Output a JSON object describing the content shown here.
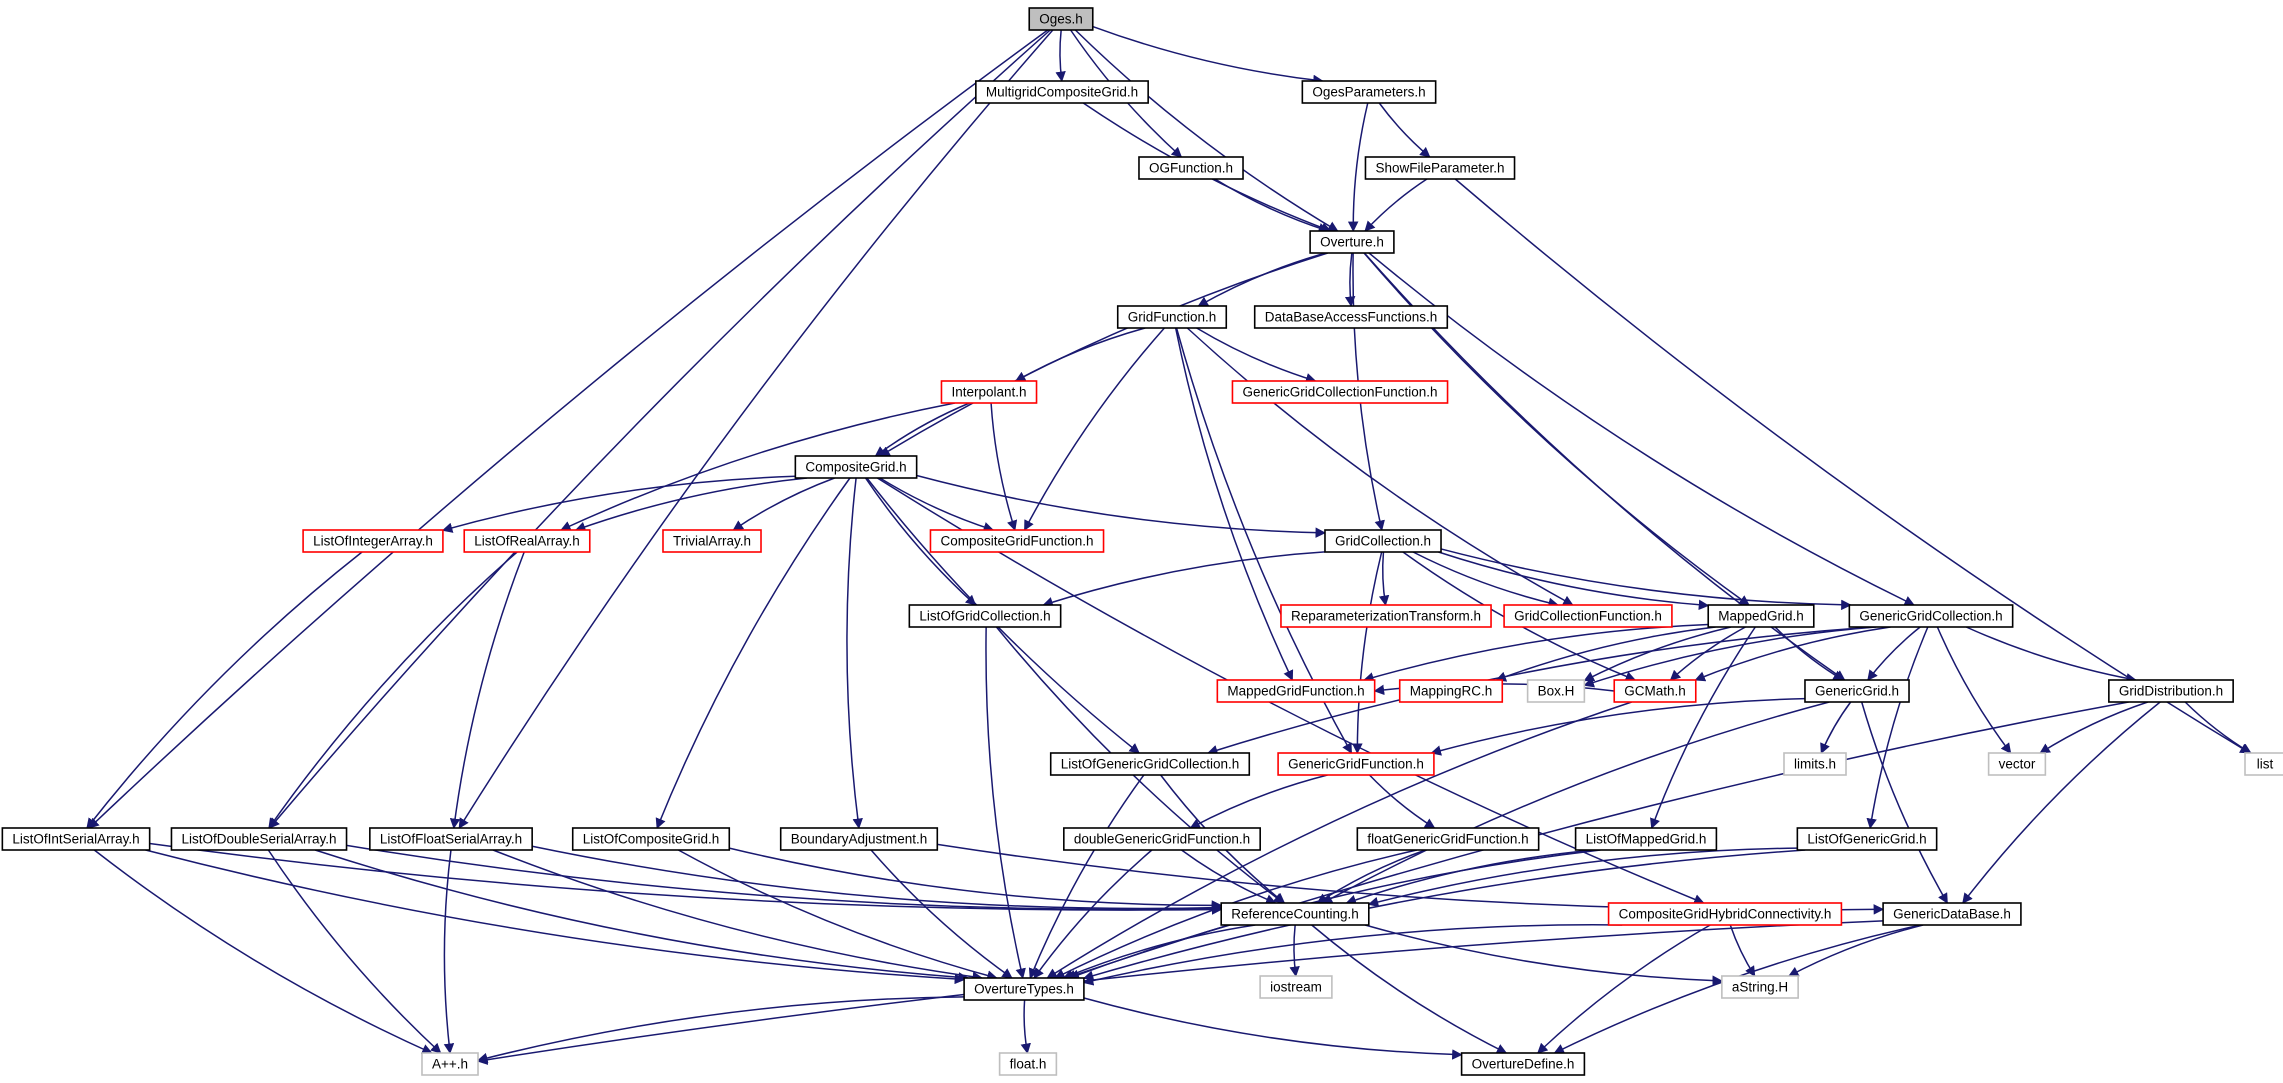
{
  "styles": {
    "edge_color": "#191970",
    "normal_border": "#000000",
    "truncated_border": "#ff0000",
    "external_border": "#bfbfbf",
    "root_fill": "#bfbfbf",
    "default_fill": "#ffffff"
  },
  "nodes": [
    {
      "id": "oges",
      "label": "Oges.h",
      "kind": "root"
    },
    {
      "id": "mgcg",
      "label": "MultigridCompositeGrid.h",
      "kind": "normal"
    },
    {
      "id": "ogesparams",
      "label": "OgesParameters.h",
      "kind": "normal"
    },
    {
      "id": "ogfunction",
      "label": "OGFunction.h",
      "kind": "normal"
    },
    {
      "id": "showfile",
      "label": "ShowFileParameter.h",
      "kind": "normal"
    },
    {
      "id": "overture",
      "label": "Overture.h",
      "kind": "normal"
    },
    {
      "id": "gridfunction",
      "label": "GridFunction.h",
      "kind": "normal"
    },
    {
      "id": "dbaccess",
      "label": "DataBaseAccessFunctions.h",
      "kind": "normal"
    },
    {
      "id": "interpolant",
      "label": "Interpolant.h",
      "kind": "truncated"
    },
    {
      "id": "ggcfunction",
      "label": "GenericGridCollectionFunction.h",
      "kind": "truncated"
    },
    {
      "id": "compositegrid",
      "label": "CompositeGrid.h",
      "kind": "normal"
    },
    {
      "id": "listinteger",
      "label": "ListOfIntegerArray.h",
      "kind": "truncated"
    },
    {
      "id": "listreal",
      "label": "ListOfRealArray.h",
      "kind": "truncated"
    },
    {
      "id": "trivial",
      "label": "TrivialArray.h",
      "kind": "truncated"
    },
    {
      "id": "cgfunction",
      "label": "CompositeGridFunction.h",
      "kind": "truncated"
    },
    {
      "id": "gridcollection",
      "label": "GridCollection.h",
      "kind": "normal"
    },
    {
      "id": "listgridcoll",
      "label": "ListOfGridCollection.h",
      "kind": "normal"
    },
    {
      "id": "reparam",
      "label": "ReparameterizationTransform.h",
      "kind": "truncated"
    },
    {
      "id": "gcfunction",
      "label": "GridCollectionFunction.h",
      "kind": "truncated"
    },
    {
      "id": "mappedgrid",
      "label": "MappedGrid.h",
      "kind": "normal"
    },
    {
      "id": "ggcollection",
      "label": "GenericGridCollection.h",
      "kind": "normal"
    },
    {
      "id": "mgfunction",
      "label": "MappedGridFunction.h",
      "kind": "truncated"
    },
    {
      "id": "mappingrc",
      "label": "MappingRC.h",
      "kind": "truncated"
    },
    {
      "id": "boxh",
      "label": "Box.H",
      "kind": "external"
    },
    {
      "id": "gcmath",
      "label": "GCMath.h",
      "kind": "truncated"
    },
    {
      "id": "genericgrid",
      "label": "GenericGrid.h",
      "kind": "normal"
    },
    {
      "id": "griddist",
      "label": "GridDistribution.h",
      "kind": "normal"
    },
    {
      "id": "limits",
      "label": "limits.h",
      "kind": "external"
    },
    {
      "id": "vector",
      "label": "vector",
      "kind": "external"
    },
    {
      "id": "list",
      "label": "list",
      "kind": "external"
    },
    {
      "id": "listggc",
      "label": "ListOfGenericGridCollection.h",
      "kind": "normal"
    },
    {
      "id": "ggfunction",
      "label": "GenericGridFunction.h",
      "kind": "truncated"
    },
    {
      "id": "listintserial",
      "label": "ListOfIntSerialArray.h",
      "kind": "normal"
    },
    {
      "id": "listdoubleserial",
      "label": "ListOfDoubleSerialArray.h",
      "kind": "normal"
    },
    {
      "id": "listfloatserial",
      "label": "ListOfFloatSerialArray.h",
      "kind": "normal"
    },
    {
      "id": "listcompgrid",
      "label": "ListOfCompositeGrid.h",
      "kind": "normal"
    },
    {
      "id": "boundaryadj",
      "label": "BoundaryAdjustment.h",
      "kind": "normal"
    },
    {
      "id": "doubleggf",
      "label": "doubleGenericGridFunction.h",
      "kind": "normal"
    },
    {
      "id": "floatggf",
      "label": "floatGenericGridFunction.h",
      "kind": "normal"
    },
    {
      "id": "listmappedgrid",
      "label": "ListOfMappedGrid.h",
      "kind": "normal"
    },
    {
      "id": "listgenericgrid",
      "label": "ListOfGenericGrid.h",
      "kind": "normal"
    },
    {
      "id": "refcount",
      "label": "ReferenceCounting.h",
      "kind": "normal"
    },
    {
      "id": "cghybrid",
      "label": "CompositeGridHybridConnectivity.h",
      "kind": "truncated"
    },
    {
      "id": "genericdb",
      "label": "GenericDataBase.h",
      "kind": "normal"
    },
    {
      "id": "overturetypes",
      "label": "OvertureTypes.h",
      "kind": "normal"
    },
    {
      "id": "iostream",
      "label": "iostream",
      "kind": "external"
    },
    {
      "id": "astring",
      "label": "aString.H",
      "kind": "external"
    },
    {
      "id": "aplusplus",
      "label": "A++.h",
      "kind": "external"
    },
    {
      "id": "floath",
      "label": "float.h",
      "kind": "external"
    },
    {
      "id": "overturedefine",
      "label": "OvertureDefine.h",
      "kind": "normal"
    }
  ],
  "edges": [
    [
      "oges",
      "mgcg"
    ],
    [
      "oges",
      "ogesparams"
    ],
    [
      "oges",
      "ogfunction"
    ],
    [
      "oges",
      "overture"
    ],
    [
      "oges",
      "listintserial"
    ],
    [
      "oges",
      "listdoubleserial"
    ],
    [
      "oges",
      "listfloatserial"
    ],
    [
      "mgcg",
      "overture"
    ],
    [
      "ogesparams",
      "overture"
    ],
    [
      "ogesparams",
      "showfile"
    ],
    [
      "ogfunction",
      "overture"
    ],
    [
      "showfile",
      "overture"
    ],
    [
      "showfile",
      "list"
    ],
    [
      "overture",
      "gridfunction"
    ],
    [
      "overture",
      "dbaccess"
    ],
    [
      "overture",
      "compositegrid"
    ],
    [
      "overture",
      "gridcollection"
    ],
    [
      "overture",
      "mappedgrid"
    ],
    [
      "overture",
      "ggcollection"
    ],
    [
      "overture",
      "genericgrid"
    ],
    [
      "gridfunction",
      "interpolant"
    ],
    [
      "gridfunction",
      "ggcfunction"
    ],
    [
      "gridfunction",
      "cgfunction"
    ],
    [
      "gridfunction",
      "gcfunction"
    ],
    [
      "gridfunction",
      "mgfunction"
    ],
    [
      "gridfunction",
      "ggfunction"
    ],
    [
      "interpolant",
      "compositegrid"
    ],
    [
      "interpolant",
      "listreal"
    ],
    [
      "interpolant",
      "cgfunction"
    ],
    [
      "compositegrid",
      "listinteger"
    ],
    [
      "compositegrid",
      "listreal"
    ],
    [
      "compositegrid",
      "trivial"
    ],
    [
      "compositegrid",
      "cgfunction"
    ],
    [
      "compositegrid",
      "gridcollection"
    ],
    [
      "compositegrid",
      "listgridcoll"
    ],
    [
      "compositegrid",
      "listcompgrid"
    ],
    [
      "compositegrid",
      "boundaryadj"
    ],
    [
      "compositegrid",
      "listggc"
    ],
    [
      "compositegrid",
      "cghybrid"
    ],
    [
      "listinteger",
      "listintserial"
    ],
    [
      "listreal",
      "listdoubleserial"
    ],
    [
      "listreal",
      "listfloatserial"
    ],
    [
      "gridcollection",
      "listgridcoll"
    ],
    [
      "gridcollection",
      "reparam"
    ],
    [
      "gridcollection",
      "gcfunction"
    ],
    [
      "gridcollection",
      "mappedgrid"
    ],
    [
      "gridcollection",
      "ggcollection"
    ],
    [
      "gridcollection",
      "ggfunction"
    ],
    [
      "gridcollection",
      "gcmath"
    ],
    [
      "listgridcoll",
      "overturetypes"
    ],
    [
      "listgridcoll",
      "refcount"
    ],
    [
      "mappedgrid",
      "mgfunction"
    ],
    [
      "mappedgrid",
      "mappingrc"
    ],
    [
      "mappedgrid",
      "boxh"
    ],
    [
      "mappedgrid",
      "gcmath"
    ],
    [
      "mappedgrid",
      "genericgrid"
    ],
    [
      "mappedgrid",
      "listmappedgrid"
    ],
    [
      "ggcollection",
      "genericgrid"
    ],
    [
      "ggcollection",
      "boxh"
    ],
    [
      "ggcollection",
      "gcmath"
    ],
    [
      "ggcollection",
      "griddist"
    ],
    [
      "ggcollection",
      "vector"
    ],
    [
      "ggcollection",
      "listgenericgrid"
    ],
    [
      "ggcollection",
      "listggc"
    ],
    [
      "gcmath",
      "overturetypes"
    ],
    [
      "gcmath",
      "mgfunction"
    ],
    [
      "genericgrid",
      "limits"
    ],
    [
      "genericgrid",
      "ggfunction"
    ],
    [
      "genericgrid",
      "refcount"
    ],
    [
      "genericgrid",
      "genericdb"
    ],
    [
      "griddist",
      "vector"
    ],
    [
      "griddist",
      "list"
    ],
    [
      "griddist",
      "genericdb"
    ],
    [
      "griddist",
      "overturetypes"
    ],
    [
      "listggc",
      "overturetypes"
    ],
    [
      "listggc",
      "refcount"
    ],
    [
      "ggfunction",
      "doubleggf"
    ],
    [
      "ggfunction",
      "floatggf"
    ],
    [
      "listintserial",
      "refcount"
    ],
    [
      "listintserial",
      "overturetypes"
    ],
    [
      "listintserial",
      "aplusplus"
    ],
    [
      "listdoubleserial",
      "refcount"
    ],
    [
      "listdoubleserial",
      "overturetypes"
    ],
    [
      "listdoubleserial",
      "aplusplus"
    ],
    [
      "listfloatserial",
      "refcount"
    ],
    [
      "listfloatserial",
      "overturetypes"
    ],
    [
      "listfloatserial",
      "aplusplus"
    ],
    [
      "listcompgrid",
      "refcount"
    ],
    [
      "listcompgrid",
      "overturetypes"
    ],
    [
      "boundaryadj",
      "genericdb"
    ],
    [
      "boundaryadj",
      "overturetypes"
    ],
    [
      "doubleggf",
      "refcount"
    ],
    [
      "doubleggf",
      "overturetypes"
    ],
    [
      "floatggf",
      "refcount"
    ],
    [
      "floatggf",
      "overturetypes"
    ],
    [
      "listmappedgrid",
      "refcount"
    ],
    [
      "listmappedgrid",
      "overturetypes"
    ],
    [
      "listgenericgrid",
      "refcount"
    ],
    [
      "listgenericgrid",
      "overturetypes"
    ],
    [
      "refcount",
      "overturetypes"
    ],
    [
      "refcount",
      "iostream"
    ],
    [
      "refcount",
      "astring"
    ],
    [
      "refcount",
      "overturedefine"
    ],
    [
      "cghybrid",
      "overturetypes"
    ],
    [
      "cghybrid",
      "astring"
    ],
    [
      "cghybrid",
      "overturedefine"
    ],
    [
      "genericdb",
      "astring"
    ],
    [
      "genericdb",
      "aplusplus"
    ],
    [
      "genericdb",
      "overturedefine"
    ],
    [
      "overturetypes",
      "aplusplus"
    ],
    [
      "overturetypes",
      "floath"
    ],
    [
      "overturetypes",
      "overturedefine"
    ]
  ]
}
